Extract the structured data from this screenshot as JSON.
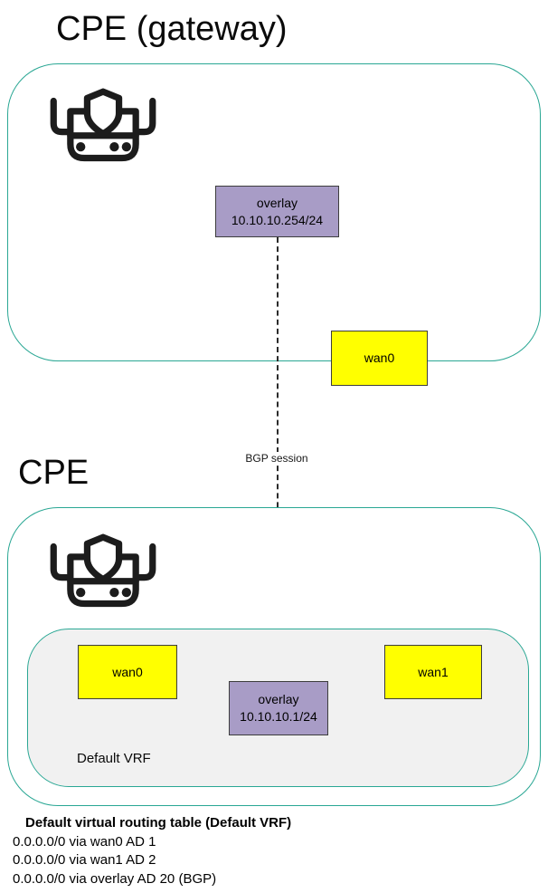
{
  "colors": {
    "teal": "#2aa794",
    "overlay_fill": "#a89cc6",
    "wan_fill": "#ffff00",
    "vrf_fill": "#f1f1f1",
    "box_border": "#3d3d3d",
    "ink": "#1c1c1c"
  },
  "gateway": {
    "title": "CPE (gateway)",
    "device_icon": "firewall-router-icon",
    "overlay_box": {
      "name": "overlay",
      "address": "10.10.10.254/24"
    },
    "wan0_label": "wan0"
  },
  "bgp_link": {
    "label": "BGP session"
  },
  "cpe": {
    "title": "CPE",
    "device_icon": "firewall-router-icon",
    "vrf": {
      "label": "Default VRF",
      "wan0_label": "wan0",
      "wan1_label": "wan1",
      "overlay_box": {
        "name": "overlay",
        "address": "10.10.10.1/24"
      }
    }
  },
  "routing_table": {
    "title": "Default virtual routing table (Default VRF)",
    "routes": [
      "0.0.0.0/0 via wan0 AD 1",
      "0.0.0.0/0 via wan1 AD 2",
      "0.0.0.0/0 via overlay AD 20 (BGP)"
    ]
  }
}
